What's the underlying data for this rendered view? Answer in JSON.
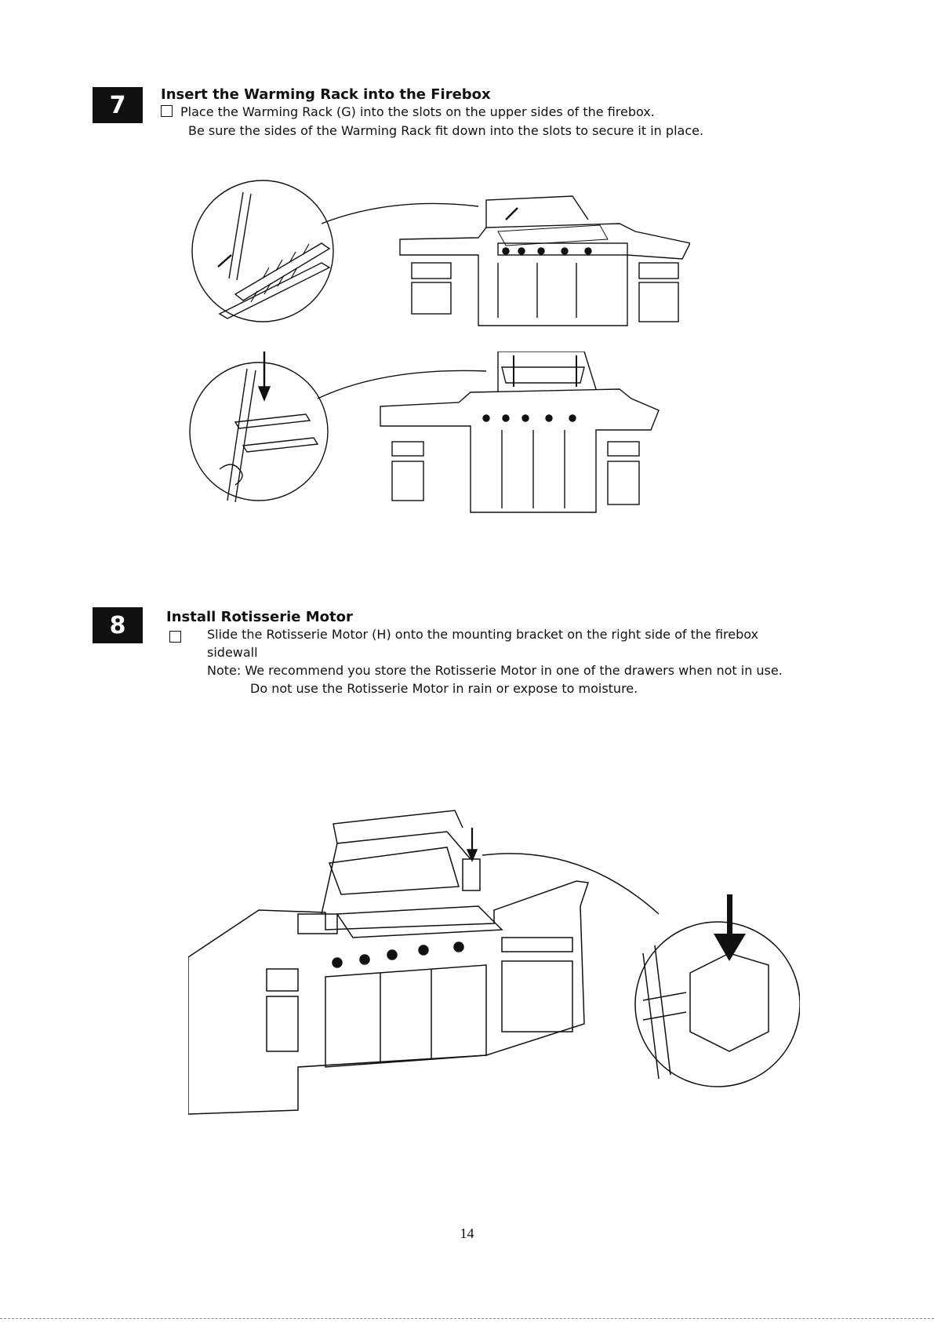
{
  "steps": [
    {
      "number": "7",
      "title": "Insert the Warming Rack into the Firebox",
      "lines": [
        "Place the Warming Rack (G) into the slots on the upper sides of the firebox.",
        "Be sure the sides of the Warming Rack fit down into the slots to secure it in place."
      ]
    },
    {
      "number": "8",
      "title": "Install Rotisserie Motor",
      "lines": [
        "Slide the Rotisserie Motor (H) onto the mounting bracket on the right side of the firebox",
        "sidewall"
      ],
      "note_label": "Note:",
      "note_lines": [
        "We recommend you store the Rotisserie Motor in one of the drawers when not in use.",
        "Do not use the Rotisserie Motor in rain or expose to moisture."
      ]
    }
  ],
  "page_number": "14"
}
